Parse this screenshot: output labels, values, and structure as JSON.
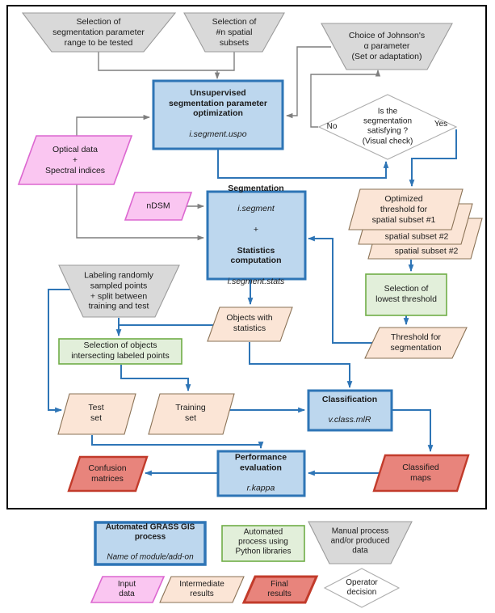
{
  "palette": {
    "process_fill": "#BDD7EE",
    "process_border": "#2E75B6",
    "input_fill": "#FAC6F1",
    "input_border": "#DC67D0",
    "intermediate_fill": "#FBE5D6",
    "intermediate_border": "#8A7256",
    "final_fill": "#E8847C",
    "final_border": "#C23B2B",
    "manual_fill": "#D9D9D9",
    "manual_border": "#9B9B9B",
    "python_fill": "#E2EFDA",
    "python_border": "#70AD47",
    "decision_fill": "#FFFFFF",
    "decision_border": "#ADADAD",
    "arrow_gray": "#7F7F7F",
    "arrow_blue": "#2E75B6",
    "text": "#1A1A1A",
    "frame": "#000000"
  },
  "nodes": {
    "param_range": {
      "label": "Selection of\nsegmentation parameter\nrange to be tested"
    },
    "spatial_subsets": {
      "label": "Selection of\n#n spatial\nsubsets"
    },
    "johnson": {
      "label": "Choice of Johnson's\nα parameter\n(Set or adaptation)"
    },
    "uspo": {
      "title": "Unsupervised\nsegmentation parameter\noptimization",
      "module": "i.segment.uspo"
    },
    "decision": {
      "label": "Is the\nsegmentation\nsatisfying ?\n(Visual check)",
      "no": "No",
      "yes": "Yes"
    },
    "optical": {
      "label": "Optical data\n+\nSpectral indices"
    },
    "ndsm": {
      "label": "nDSM"
    },
    "segmentation": {
      "title": "Segmentation",
      "module": "i.segment",
      "plus": "+",
      "title2": "Statistics\ncomputation",
      "module2": "i.segment.stats"
    },
    "thresholds": {
      "first": "Optimized\nthreshold for\nspatial subset #1",
      "second": "spatial subset #2",
      "third": "spatial subset #2"
    },
    "lowest": {
      "label": "Selection of\nlowest threshold"
    },
    "threshold_seg": {
      "label": "Threshold for\nsegmentation"
    },
    "labeling": {
      "label": "Labeling randomly\nsampled points\n+ split between\ntraining and test"
    },
    "objects_stats": {
      "label": "Objects with\nstatistics"
    },
    "intersect": {
      "label": "Selection of objects\nintersecting labeled points"
    },
    "test_set": {
      "label": "Test\nset"
    },
    "training_set": {
      "label": "Training\nset"
    },
    "classification": {
      "title": "Classification",
      "module": "v.class.mlR"
    },
    "confusion": {
      "label": "Confusion\nmatrices"
    },
    "performance": {
      "title": "Performance\nevaluation",
      "module": "r.kappa"
    },
    "classified_maps": {
      "label": "Classified\nmaps"
    }
  },
  "legend": {
    "grass": {
      "title": "Automated GRASS GIS\nprocess",
      "module": "Name of module/add-on"
    },
    "python": {
      "label": "Automated\nprocess using\nPython libraries"
    },
    "manual": {
      "label": "Manual process\nand/or produced\ndata"
    },
    "input": {
      "label": "Input\ndata"
    },
    "intermediate": {
      "label": "Intermediate\nresults"
    },
    "final": {
      "label": "Final\nresults"
    },
    "operator": {
      "label": "Operator\ndecision"
    }
  }
}
